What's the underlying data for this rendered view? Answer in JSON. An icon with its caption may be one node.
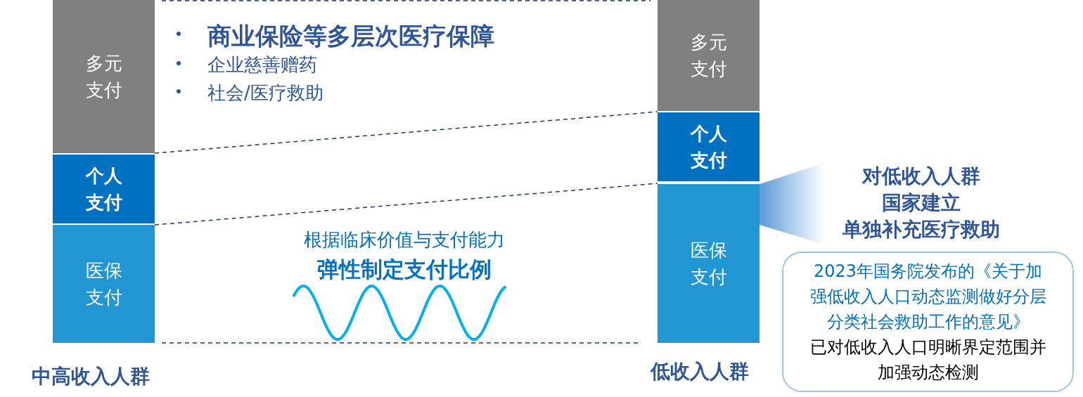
{
  "diagram": {
    "nodes": [
      {
        "text": [
          "多元支付"
        ]
      },
      {
        "text": [
          "个人支付"
        ]
      },
      {
        "text": [
          "医保支付"
        ],
        "beside": [
          "中高收入人群"
        ]
      },
      {
        "text": [
          "多元支付"
        ]
      },
      {
        "text": [
          "个人支付"
        ]
      },
      {
        "text": [
          "医保支付"
        ],
        "beside": [
          "低收入人群"
        ]
      },
      {
        "text": [
          "对低收入人群",
          "国家建立",
          "单独补充医疗救助"
        ]
      },
      {
        "text": [
          "2023年国务院发布的《关于加强低收入人口动态监测做好分层分类社会救助工作的意见》",
          "已对低收入人口明晰界定范围并加强动态检测"
        ]
      },
      {
        "text": [],
        "shape": "trapezoid"
      }
    ],
    "edges": [
      {
        "from": 0,
        "to": 3,
        "arrow": "none",
        "style": "dashed"
      },
      {
        "from": 1,
        "to": 4,
        "arrow": "none",
        "style": "dashed"
      },
      {
        "from": 2,
        "to": 5,
        "arrow": "none",
        "style": "dashed"
      },
      {
        "from": 2,
        "to": 5,
        "arrow": "none",
        "style": "dashed"
      }
    ],
    "labels": [
      "商业保险等多层次医疗保障",
      "企业慈善赠药",
      "社会/医疗救助",
      "根据临床价值与支付能力",
      "弹性制定支付比例"
    ]
  }
}
